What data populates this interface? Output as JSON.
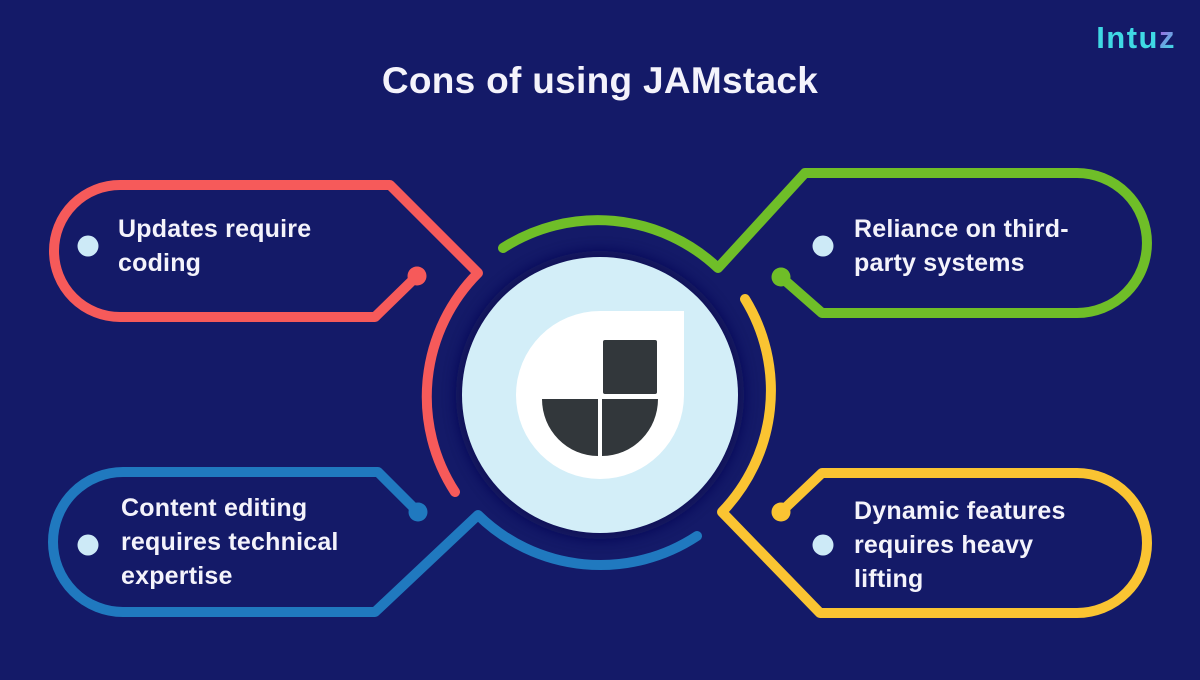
{
  "title": "Cons of using JAMstack",
  "brand": {
    "name": "Intuz",
    "prefix": "Intu",
    "suffix": "z"
  },
  "center": {
    "icon": "jamstack-logo"
  },
  "callouts": [
    {
      "position": "top-left",
      "label": "Updates require\ncoding",
      "accent": "#f65a5a"
    },
    {
      "position": "top-right",
      "label": "Reliance on third-\nparty systems",
      "accent": "#6fbe28"
    },
    {
      "position": "bottom-left",
      "label": "Content editing\nrequires technical\nexpertise",
      "accent": "#2079bf"
    },
    {
      "position": "bottom-right",
      "label": "Dynamic features\nrequires heavy\nlifting",
      "accent": "#fac432"
    }
  ],
  "colors": {
    "background": "#141a68",
    "text": "#f4f3fb",
    "red": "#f65a5a",
    "green": "#6fbe28",
    "blue": "#2079bf",
    "yellow": "#fac432",
    "bullet": "#cdeaf7",
    "circle_bg": "#d3eef8",
    "droplet": "#ffffff",
    "logo_dark": "#32373b",
    "halo": "#0a0e52",
    "brand_cyan": "#3fd9e4",
    "brand_purple": "#b44be0"
  }
}
